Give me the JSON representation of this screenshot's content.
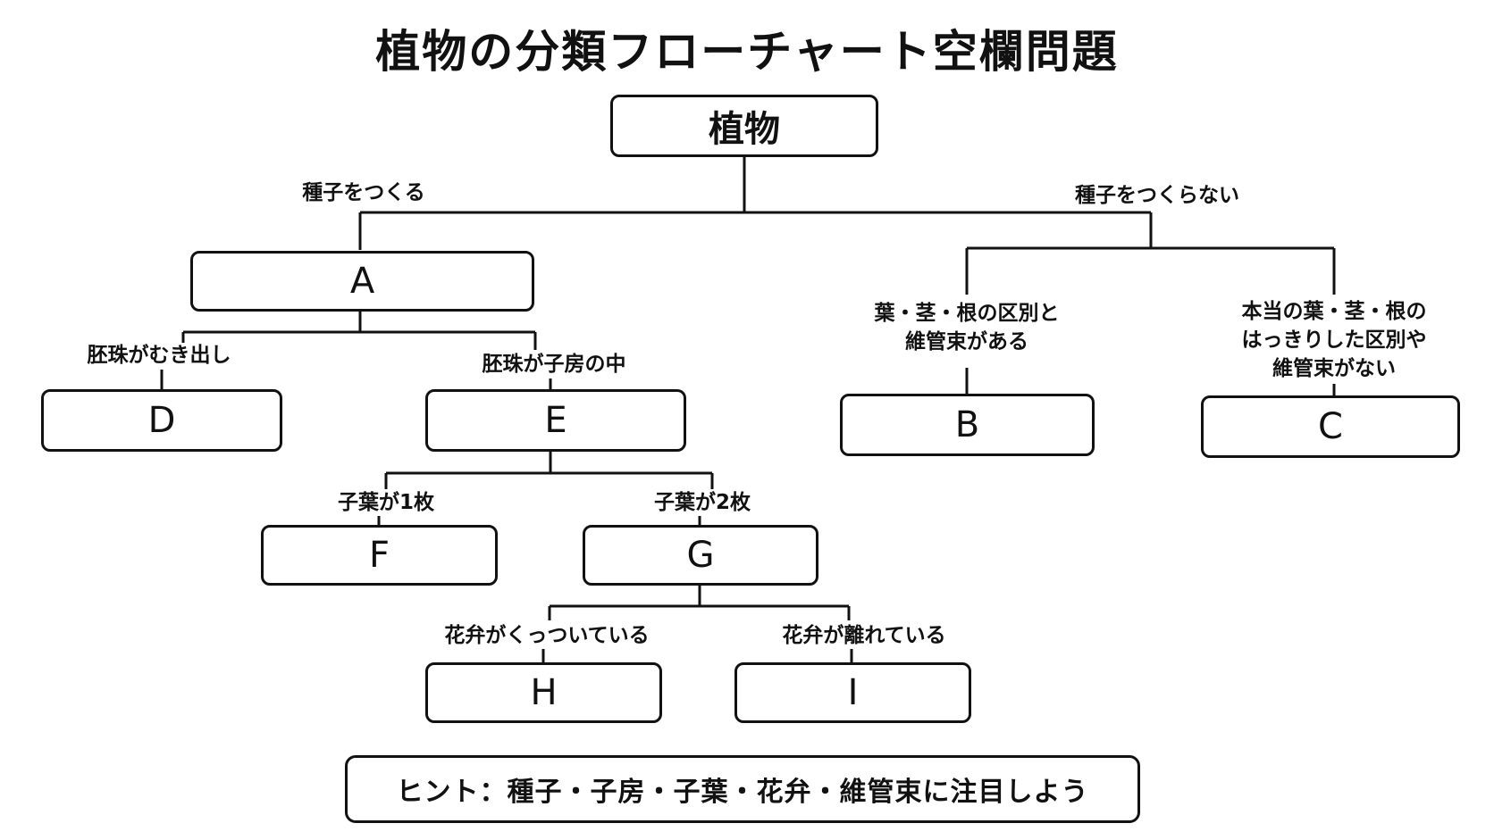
{
  "title": "植物の分類フローチャート空欄問題",
  "nodes": {
    "root": "植物",
    "A": "A",
    "B": "B",
    "C": "C",
    "D": "D",
    "E": "E",
    "F": "F",
    "G": "G",
    "H": "H",
    "I": "I"
  },
  "labels": {
    "seed_yes": "種子をつくる",
    "seed_no": "種子をつくらない",
    "ovule_exposed": "胚珠がむき出し",
    "ovule_in_ovary": "胚珠が子房の中",
    "distinct_organs": [
      "葉・茎・根の区別と",
      "維管束がある"
    ],
    "no_distinct_organs": [
      "本当の葉・茎・根の",
      "はっきりした区別や",
      "維管束がない"
    ],
    "one_cotyledon": "子葉が1枚",
    "two_cotyledons": "子葉が2枚",
    "petals_fused": "花弁がくっついている",
    "petals_separate": "花弁が離れている"
  },
  "hint": "ヒント：種子・子房・子葉・花弁・維管束に注目しよう"
}
